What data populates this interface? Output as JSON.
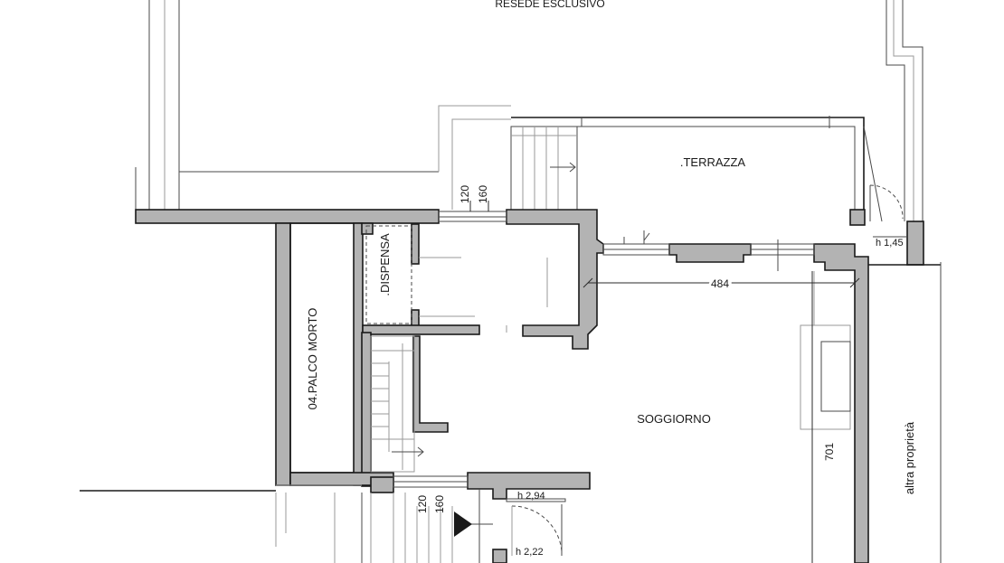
{
  "labels": {
    "resede": "RESEDE ESCLUSIVO",
    "terrazza": ".TERRAZZA",
    "dispensa": ".DISPENSA",
    "palco_morto": "04.PALCO MORTO",
    "soggiorno": "SOGGIORNO",
    "altra_proprieta": "altra proprietà"
  },
  "dimensions": {
    "window_top_a": "120",
    "window_top_b": "160",
    "window_bottom_a": "120",
    "window_bottom_b": "160",
    "terrace_width": "484",
    "room_height": "701"
  },
  "heights": {
    "terrace_door": "h 1,45",
    "entry_upper": "h 2,94",
    "entry_lower": "h 2,22"
  },
  "colors": {
    "wall_fill": "#b3b3b3",
    "line": "#1a1a1a",
    "background": "#ffffff"
  }
}
